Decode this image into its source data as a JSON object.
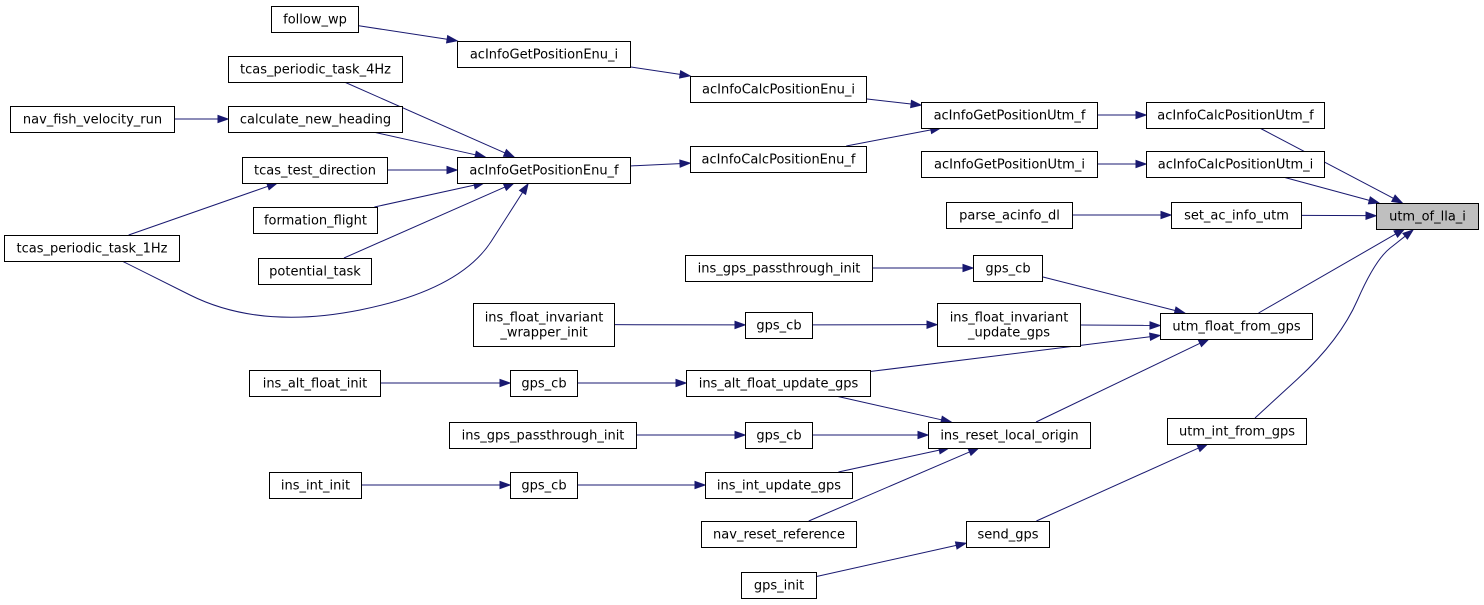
{
  "graph": {
    "direction": "callers",
    "colors": {
      "edge": "#191970",
      "node_border": "#000000",
      "node_fill": "#ffffff",
      "root_fill": "#bfbfbf"
    },
    "nodes": [
      {
        "id": "utm_of_lla_i",
        "lines": [
          "utm_of_lla_i"
        ],
        "root": true
      },
      {
        "id": "acInfoCalcPositionUtm_f",
        "lines": [
          "acInfoCalcPositionUtm_f"
        ]
      },
      {
        "id": "acInfoCalcPositionUtm_i",
        "lines": [
          "acInfoCalcPositionUtm_i"
        ]
      },
      {
        "id": "set_ac_info_utm",
        "lines": [
          "set_ac_info_utm"
        ]
      },
      {
        "id": "utm_float_from_gps",
        "lines": [
          "utm_float_from_gps"
        ]
      },
      {
        "id": "utm_int_from_gps",
        "lines": [
          "utm_int_from_gps"
        ]
      },
      {
        "id": "acInfoGetPositionUtm_f",
        "lines": [
          "acInfoGetPositionUtm_f"
        ]
      },
      {
        "id": "acInfoGetPositionUtm_i",
        "lines": [
          "acInfoGetPositionUtm_i"
        ]
      },
      {
        "id": "parse_acinfo_dl",
        "lines": [
          "parse_acinfo_dl"
        ]
      },
      {
        "id": "acInfoCalcPositionEnu_i",
        "lines": [
          "acInfoCalcPositionEnu_i"
        ]
      },
      {
        "id": "acInfoCalcPositionEnu_f",
        "lines": [
          "acInfoCalcPositionEnu_f"
        ]
      },
      {
        "id": "acInfoGetPositionEnu_i",
        "lines": [
          "acInfoGetPositionEnu_i"
        ]
      },
      {
        "id": "acInfoGetPositionEnu_f",
        "lines": [
          "acInfoGetPositionEnu_f"
        ]
      },
      {
        "id": "follow_wp",
        "lines": [
          "follow_wp"
        ]
      },
      {
        "id": "tcas_periodic_task_4Hz",
        "lines": [
          "tcas_periodic_task_4Hz"
        ]
      },
      {
        "id": "calculate_new_heading",
        "lines": [
          "calculate_new_heading"
        ]
      },
      {
        "id": "tcas_test_direction",
        "lines": [
          "tcas_test_direction"
        ]
      },
      {
        "id": "formation_flight",
        "lines": [
          "formation_flight"
        ]
      },
      {
        "id": "potential_task",
        "lines": [
          "potential_task"
        ]
      },
      {
        "id": "nav_fish_velocity_run",
        "lines": [
          "nav_fish_velocity_run"
        ]
      },
      {
        "id": "tcas_periodic_task_1Hz",
        "lines": [
          "tcas_periodic_task_1Hz"
        ]
      },
      {
        "id": "gps_cb_pt",
        "lines": [
          "gps_cb"
        ]
      },
      {
        "id": "ins_gps_passthrough_init_a",
        "lines": [
          "ins_gps_passthrough_init"
        ]
      },
      {
        "id": "ins_float_invariant_update_gps",
        "lines": [
          "ins_float_invariant",
          "_update_gps"
        ]
      },
      {
        "id": "gps_cb_fi",
        "lines": [
          "gps_cb"
        ]
      },
      {
        "id": "ins_float_invariant_wrapper_init",
        "lines": [
          "ins_float_invariant",
          "_wrapper_init"
        ]
      },
      {
        "id": "ins_alt_float_update_gps",
        "lines": [
          "ins_alt_float_update_gps"
        ]
      },
      {
        "id": "gps_cb_alt",
        "lines": [
          "gps_cb"
        ]
      },
      {
        "id": "ins_alt_float_init",
        "lines": [
          "ins_alt_float_init"
        ]
      },
      {
        "id": "ins_reset_local_origin",
        "lines": [
          "ins_reset_local_origin"
        ]
      },
      {
        "id": "gps_cb_pt2",
        "lines": [
          "gps_cb"
        ]
      },
      {
        "id": "ins_gps_passthrough_init_b",
        "lines": [
          "ins_gps_passthrough_init"
        ]
      },
      {
        "id": "ins_int_update_gps",
        "lines": [
          "ins_int_update_gps"
        ]
      },
      {
        "id": "gps_cb_int",
        "lines": [
          "gps_cb"
        ]
      },
      {
        "id": "ins_int_init",
        "lines": [
          "ins_int_init"
        ]
      },
      {
        "id": "nav_reset_reference",
        "lines": [
          "nav_reset_reference"
        ]
      },
      {
        "id": "send_gps",
        "lines": [
          "send_gps"
        ]
      },
      {
        "id": "gps_init",
        "lines": [
          "gps_init"
        ]
      }
    ],
    "edges": [
      {
        "from": "acInfoCalcPositionUtm_f",
        "to": "utm_of_lla_i"
      },
      {
        "from": "acInfoCalcPositionUtm_i",
        "to": "utm_of_lla_i"
      },
      {
        "from": "set_ac_info_utm",
        "to": "utm_of_lla_i"
      },
      {
        "from": "utm_float_from_gps",
        "to": "utm_of_lla_i"
      },
      {
        "from": "utm_int_from_gps",
        "to": "utm_of_lla_i"
      },
      {
        "from": "acInfoGetPositionUtm_f",
        "to": "acInfoCalcPositionUtm_f"
      },
      {
        "from": "acInfoGetPositionUtm_i",
        "to": "acInfoCalcPositionUtm_i"
      },
      {
        "from": "parse_acinfo_dl",
        "to": "set_ac_info_utm"
      },
      {
        "from": "acInfoCalcPositionEnu_i",
        "to": "acInfoGetPositionUtm_f"
      },
      {
        "from": "acInfoCalcPositionEnu_f",
        "to": "acInfoGetPositionUtm_f"
      },
      {
        "from": "acInfoGetPositionEnu_i",
        "to": "acInfoCalcPositionEnu_i"
      },
      {
        "from": "acInfoGetPositionEnu_f",
        "to": "acInfoCalcPositionEnu_f"
      },
      {
        "from": "follow_wp",
        "to": "acInfoGetPositionEnu_i"
      },
      {
        "from": "tcas_periodic_task_4Hz",
        "to": "acInfoGetPositionEnu_f"
      },
      {
        "from": "calculate_new_heading",
        "to": "acInfoGetPositionEnu_f"
      },
      {
        "from": "tcas_test_direction",
        "to": "acInfoGetPositionEnu_f"
      },
      {
        "from": "formation_flight",
        "to": "acInfoGetPositionEnu_f"
      },
      {
        "from": "potential_task",
        "to": "acInfoGetPositionEnu_f"
      },
      {
        "from": "tcas_periodic_task_1Hz",
        "to": "acInfoGetPositionEnu_f"
      },
      {
        "from": "nav_fish_velocity_run",
        "to": "calculate_new_heading"
      },
      {
        "from": "tcas_periodic_task_1Hz",
        "to": "tcas_test_direction"
      },
      {
        "from": "gps_cb_pt",
        "to": "utm_float_from_gps"
      },
      {
        "from": "ins_float_invariant_update_gps",
        "to": "utm_float_from_gps"
      },
      {
        "from": "ins_alt_float_update_gps",
        "to": "utm_float_from_gps"
      },
      {
        "from": "ins_reset_local_origin",
        "to": "utm_float_from_gps"
      },
      {
        "from": "ins_gps_passthrough_init_a",
        "to": "gps_cb_pt"
      },
      {
        "from": "gps_cb_fi",
        "to": "ins_float_invariant_update_gps"
      },
      {
        "from": "ins_float_invariant_wrapper_init",
        "to": "gps_cb_fi"
      },
      {
        "from": "gps_cb_alt",
        "to": "ins_alt_float_update_gps"
      },
      {
        "from": "ins_alt_float_init",
        "to": "gps_cb_alt"
      },
      {
        "from": "ins_alt_float_update_gps",
        "to": "ins_reset_local_origin"
      },
      {
        "from": "gps_cb_pt2",
        "to": "ins_reset_local_origin"
      },
      {
        "from": "ins_int_update_gps",
        "to": "ins_reset_local_origin"
      },
      {
        "from": "nav_reset_reference",
        "to": "ins_reset_local_origin"
      },
      {
        "from": "ins_gps_passthrough_init_b",
        "to": "gps_cb_pt2"
      },
      {
        "from": "gps_cb_int",
        "to": "ins_int_update_gps"
      },
      {
        "from": "ins_int_init",
        "to": "gps_cb_int"
      },
      {
        "from": "send_gps",
        "to": "utm_int_from_gps"
      },
      {
        "from": "gps_init",
        "to": "send_gps"
      }
    ]
  }
}
